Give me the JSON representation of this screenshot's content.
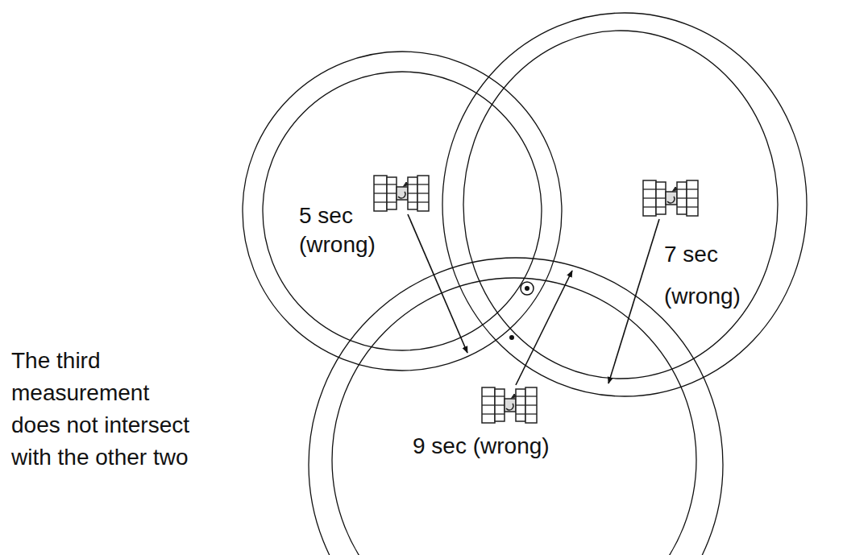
{
  "diagram": {
    "labels": [
      "5 sec (wrong)",
      "7 sec (wrong)",
      "9 sec (wrong)",
      "The third measurement does not intersect with the other two"
    ]
  }
}
